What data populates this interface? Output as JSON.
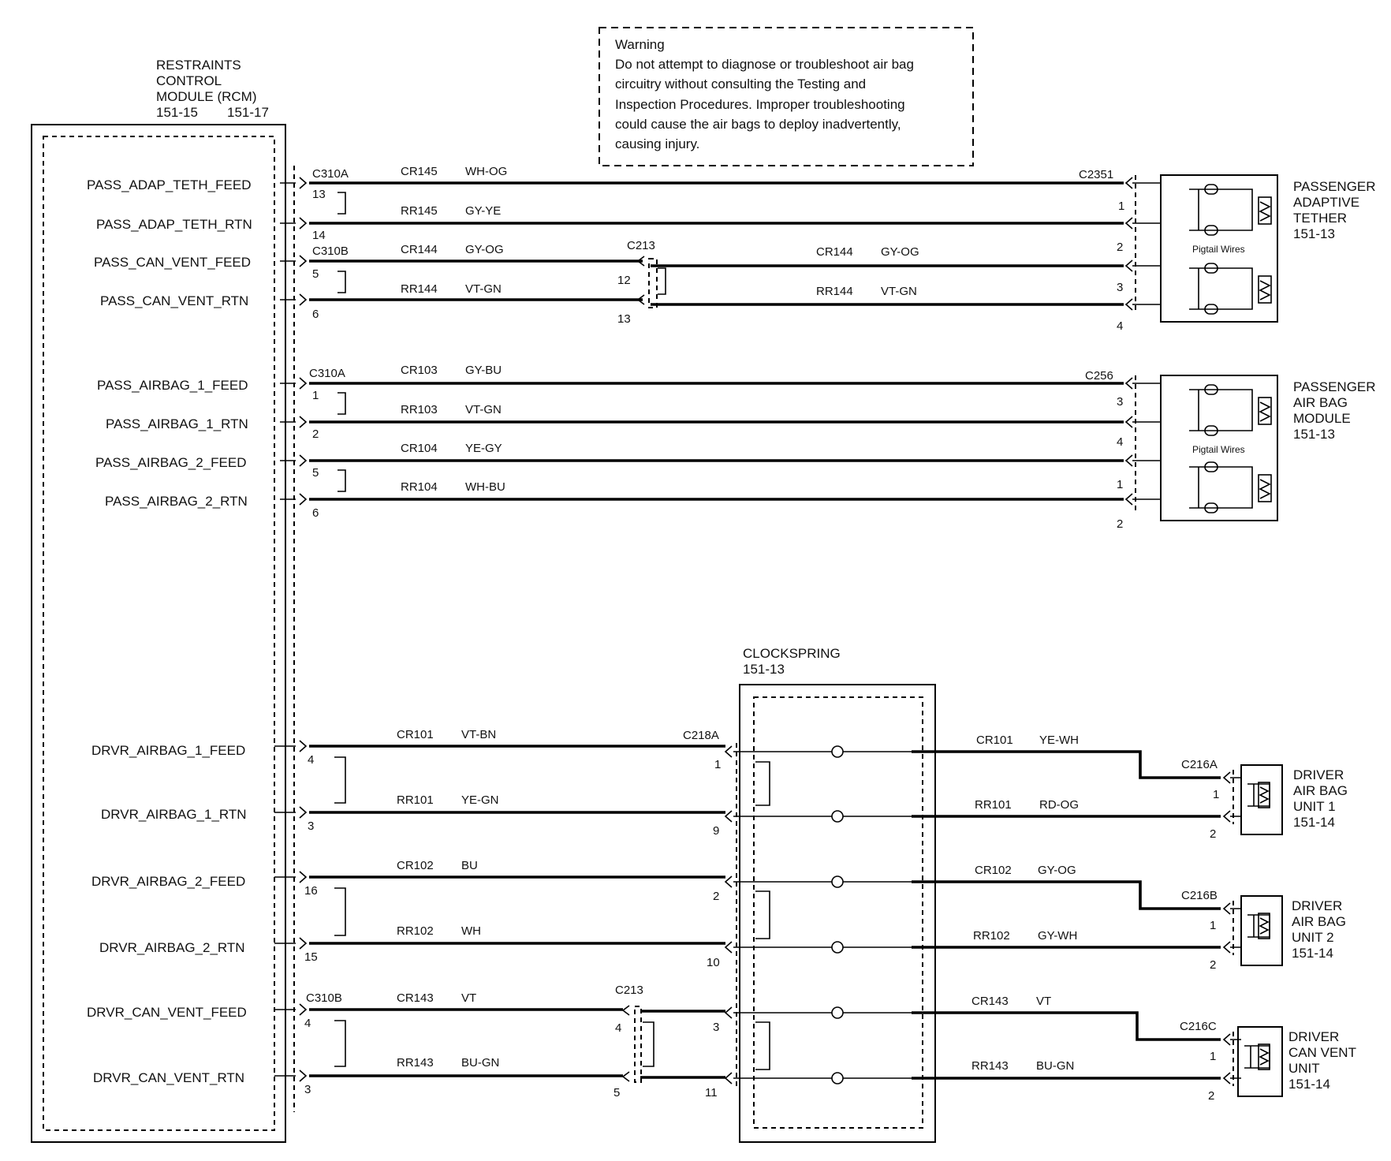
{
  "warning": {
    "title": "Warning",
    "lines": [
      "Do not attempt to diagnose or troubleshoot air bag",
      "circuitry without consulting the Testing and",
      "Inspection Procedures. Improper troubleshooting",
      "could cause the air bags to deploy inadvertently,",
      "causing injury."
    ]
  },
  "rcm": {
    "lines": [
      "RESTRAINTS",
      "CONTROL",
      "MODULE (RCM)"
    ],
    "ref_a": "151-15",
    "ref_b": "151-17"
  },
  "clockspring": {
    "name": "CLOCKSPRING",
    "ref": "151-13"
  },
  "components": [
    {
      "lines": [
        "PASSENGER",
        "ADAPTIVE",
        "TETHER",
        "151-13"
      ],
      "note": "Pigtail Wires"
    },
    {
      "lines": [
        "PASSENGER",
        "AIR BAG",
        "MODULE",
        "151-13"
      ],
      "note": "Pigtail Wires"
    },
    {
      "lines": [
        "DRIVER",
        "AIR BAG",
        "UNIT 1",
        "151-14"
      ]
    },
    {
      "lines": [
        "DRIVER",
        "AIR BAG",
        "UNIT 2",
        "151-14"
      ]
    },
    {
      "lines": [
        "DRIVER",
        "CAN VENT",
        "UNIT",
        "151-14"
      ]
    }
  ],
  "connectors": {
    "c310a_top": "C310A",
    "c310b_top": "C310B",
    "c310a_mid": "C310A",
    "c310b_bot": "C310B",
    "c213_top": "C213",
    "c213_bot": "C213",
    "c2351": "C2351",
    "c256": "C256",
    "c218a": "C218A",
    "c216a": "C216A",
    "c216b": "C216B",
    "c216c": "C216C"
  },
  "passenger_circuits": [
    {
      "signal": "PASS_ADAP_TETH_FEED",
      "rcm_pin": "13",
      "circuit": "CR145",
      "color": "WH-OG",
      "far_pin": "1"
    },
    {
      "signal": "PASS_ADAP_TETH_RTN",
      "rcm_pin": "14",
      "circuit": "RR145",
      "color": "GY-YE",
      "far_pin": "2"
    },
    {
      "signal": "PASS_CAN_VENT_FEED",
      "rcm_pin": "5",
      "circuit": "CR144",
      "color": "GY-OG",
      "mid_pin": "12",
      "circuit2": "CR144",
      "color2": "GY-OG",
      "far_pin": "3"
    },
    {
      "signal": "PASS_CAN_VENT_RTN",
      "rcm_pin": "6",
      "circuit": "RR144",
      "color": "VT-GN",
      "mid_pin": "13",
      "circuit2": "RR144",
      "color2": "VT-GN",
      "far_pin": "4"
    },
    {
      "signal": "PASS_AIRBAG_1_FEED",
      "rcm_pin": "1",
      "circuit": "CR103",
      "color": "GY-BU",
      "far_pin": "3"
    },
    {
      "signal": "PASS_AIRBAG_1_RTN",
      "rcm_pin": "2",
      "circuit": "RR103",
      "color": "VT-GN",
      "far_pin": "4"
    },
    {
      "signal": "PASS_AIRBAG_2_FEED",
      "rcm_pin": "5",
      "circuit": "CR104",
      "color": "YE-GY",
      "far_pin": "1"
    },
    {
      "signal": "PASS_AIRBAG_2_RTN",
      "rcm_pin": "6",
      "circuit": "RR104",
      "color": "WH-BU",
      "far_pin": "2"
    }
  ],
  "driver_circuits": [
    {
      "signal": "DRVR_AIRBAG_1_FEED",
      "rcm_pin": "4",
      "circuit": "CR101",
      "color": "VT-BN",
      "cs_pin": "1",
      "circuit2": "CR101",
      "color2": "YE-WH",
      "far_pin": "1"
    },
    {
      "signal": "DRVR_AIRBAG_1_RTN",
      "rcm_pin": "3",
      "circuit": "RR101",
      "color": "YE-GN",
      "cs_pin": "9",
      "circuit2": "RR101",
      "color2": "RD-OG",
      "far_pin": "2"
    },
    {
      "signal": "DRVR_AIRBAG_2_FEED",
      "rcm_pin": "16",
      "circuit": "CR102",
      "color": "BU",
      "cs_pin": "2",
      "circuit2": "CR102",
      "color2": "GY-OG",
      "far_pin": "1"
    },
    {
      "signal": "DRVR_AIRBAG_2_RTN",
      "rcm_pin": "15",
      "circuit": "RR102",
      "color": "WH",
      "cs_pin": "10",
      "circuit2": "RR102",
      "color2": "GY-WH",
      "far_pin": "2"
    },
    {
      "signal": "DRVR_CAN_VENT_FEED",
      "rcm_pin": "4",
      "circuit": "CR143",
      "color": "VT",
      "mid_pin": "4",
      "cs_pin": "3",
      "circuit2": "CR143",
      "color2": "VT",
      "far_pin": "1"
    },
    {
      "signal": "DRVR_CAN_VENT_RTN",
      "rcm_pin": "3",
      "circuit": "RR143",
      "color": "BU-GN",
      "mid_pin": "5",
      "cs_pin": "11",
      "circuit2": "RR143",
      "color2": "BU-GN",
      "far_pin": "2"
    }
  ]
}
